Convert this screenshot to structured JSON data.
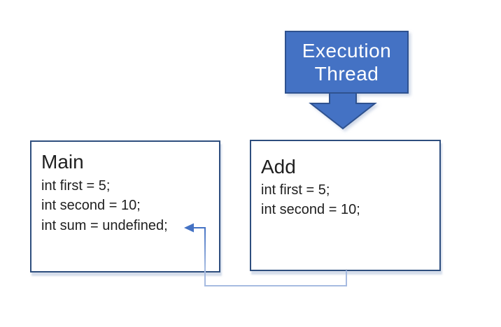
{
  "callout": {
    "line1": "Execution",
    "line2": "Thread",
    "fill_color": "#4472C4",
    "border_color": "#2F528F",
    "text_color": "#FFFFFF"
  },
  "main_box": {
    "title": "Main",
    "lines": [
      "int first = 5;",
      "int second = 10;",
      "int sum = undefined;"
    ]
  },
  "add_box": {
    "title": "Add",
    "lines": [
      "int first = 5;",
      "int second = 10;"
    ]
  },
  "connector": {
    "arrowhead_color": "#4472C4",
    "line_color_light": "#A6BBE1"
  },
  "colors": {
    "box_border": "#2E4E7E",
    "background": "#FFFFFF",
    "text": "#1F1F1F"
  }
}
